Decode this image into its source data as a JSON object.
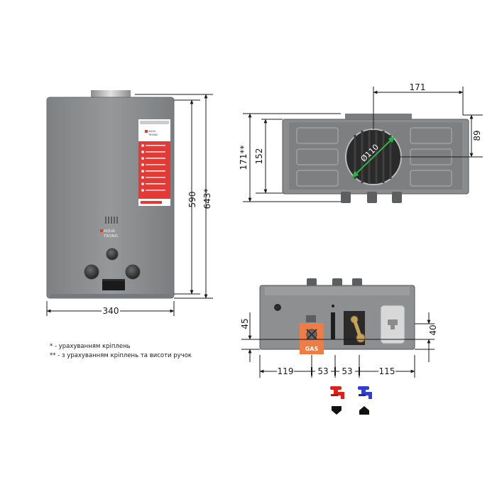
{
  "colors": {
    "body_grey": "#8d8f91",
    "label_red": "#e53935",
    "gas_orange": "#f07c45",
    "hot_red": "#e0201a",
    "cold_blue": "#2f3fd6"
  },
  "heater_front": {
    "brand_line1": "AQUA",
    "brand_line2": "TRONIC",
    "dim_height": "590",
    "dim_height_total": "643*",
    "dim_width": "340"
  },
  "top_view": {
    "dim_width": "171",
    "dim_pipe_offset": "89",
    "dim_depth_total": "171**",
    "dim_depth": "152",
    "dim_diameter": "Ø110"
  },
  "bottom_view": {
    "dim_left": "45",
    "dim_right": "40",
    "dim_119": "119",
    "dim_53a": "53",
    "dim_53b": "53",
    "dim_115": "115",
    "gas_label": "GAS"
  },
  "notes": {
    "note1": "* - урахуванням кріплень",
    "note2": "** - з урахуванням кріплень та висоти ручок"
  },
  "icons": {
    "hot": "hot-water-tap-icon",
    "cold": "cold-water-tap-icon",
    "down": "outlet-arrow-icon",
    "up": "inlet-arrow-icon"
  }
}
